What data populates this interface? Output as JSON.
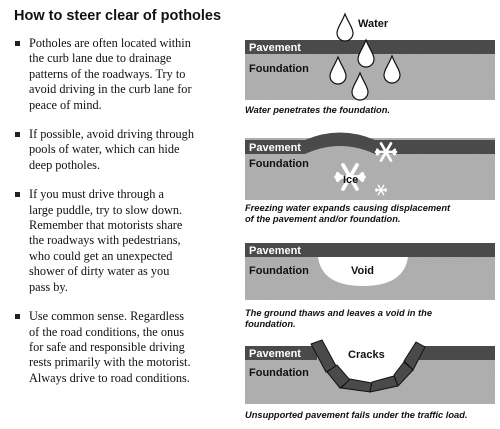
{
  "title": "How to steer clear of potholes",
  "bullets": [
    {
      "lines": [
        "Potholes are often located within",
        "the curb lane due to drainage",
        "patterns of the roadways. Try to",
        "avoid driving in the curb lane for",
        "peace of mind."
      ]
    },
    {
      "lines": [
        "If possible, avoid driving through",
        "pools of water, which can hide",
        "deep potholes."
      ]
    },
    {
      "lines": [
        "If you must drive through a",
        "large puddle, try to slow down.",
        "Remember that motorists share",
        "the roadways with pedestrians,",
        "who could get an unexpected",
        "shower of dirty water as you",
        "pass by."
      ]
    },
    {
      "lines": [
        "Use common sense. Regardless",
        "of the road conditions, the onus",
        "for safe and responsible driving",
        "rests primarily with the motorist.",
        "Always drive to road conditions."
      ]
    }
  ],
  "panels": [
    {
      "pavement": "Pavement",
      "foundation": "Foundation",
      "annotation": "Water",
      "caption": [
        "Water penetrates the foundation."
      ]
    },
    {
      "pavement": "Pavement",
      "foundation": "Foundation",
      "annotation": "Ice",
      "caption": [
        "Freezing water expands causing displacement",
        "of the pavement and/or foundation."
      ]
    },
    {
      "pavement": "Pavement",
      "foundation": "Foundation",
      "annotation": "Void",
      "caption": [
        "The ground thaws and leaves a void in the",
        "foundation."
      ]
    },
    {
      "pavement": "Pavement",
      "foundation": "Foundation",
      "annotation": "Cracks",
      "caption": [
        "Unsupported pavement fails under the traffic load."
      ]
    }
  ],
  "colors": {
    "pavement": "#4a4a4a",
    "foundation": "#a9a9a9",
    "ice": "#ffffff",
    "void": "#ffffff"
  },
  "icons": [
    "water-drop-icon",
    "snowflake-icon"
  ]
}
